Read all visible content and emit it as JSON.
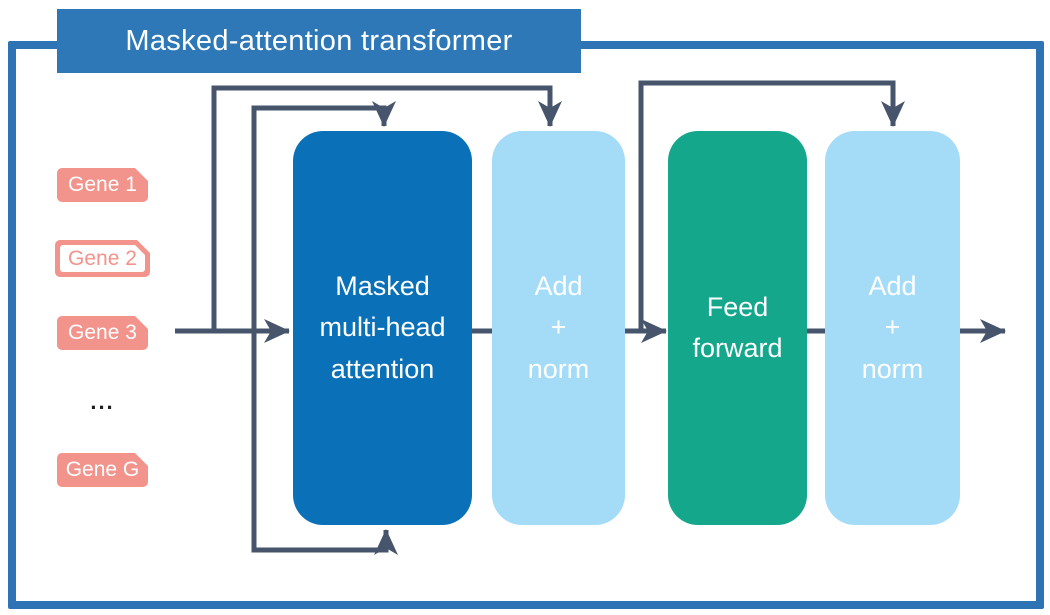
{
  "title": "Masked-attention transformer",
  "genes": {
    "items": [
      {
        "label": "Gene 1",
        "variant": "filled"
      },
      {
        "label": "Gene 2",
        "variant": "outlined"
      },
      {
        "label": "Gene 3",
        "variant": "filled"
      },
      {
        "label": "Gene G",
        "variant": "filled"
      }
    ],
    "ellipsis": "..."
  },
  "blocks": {
    "masked_attention": {
      "label": "Masked\nmulti-head\nattention"
    },
    "add_norm_1": {
      "label": "Add\n+\nnorm"
    },
    "feed_forward": {
      "label": "Feed\nforward"
    },
    "add_norm_2": {
      "label": "Add\n+\nnorm"
    }
  },
  "edges": [
    {
      "from": "gene-tokens",
      "to": "masked-multi-head-attention",
      "type": "main-flow"
    },
    {
      "from": "input-line",
      "to": "add-norm-1",
      "type": "skip-over-top"
    },
    {
      "from": "input-line",
      "to": "masked-multi-head-attention-top",
      "type": "skip-over-top"
    },
    {
      "from": "input-line",
      "to": "masked-multi-head-attention-bottom",
      "type": "skip-under-bottom"
    },
    {
      "from": "masked-multi-head-attention",
      "to": "add-norm-1",
      "type": "connector"
    },
    {
      "from": "add-norm-1",
      "to": "feed-forward",
      "type": "main-flow"
    },
    {
      "from": "add-norm-1",
      "to": "add-norm-2",
      "type": "skip-over-top"
    },
    {
      "from": "feed-forward",
      "to": "add-norm-2",
      "type": "connector"
    },
    {
      "from": "add-norm-2",
      "to": "output",
      "type": "main-flow"
    }
  ],
  "colors": {
    "banner_blue": "#2e78b8",
    "border_blue": "#2e74b5",
    "attention_blue": "#0a71b8",
    "addnorm_blue": "#a4dcf7",
    "feedforward_teal": "#15a78c",
    "gene_salmon": "#f2938c",
    "arrow_slate": "#46556b",
    "ellipsis_dark": "#1f1f1f"
  }
}
